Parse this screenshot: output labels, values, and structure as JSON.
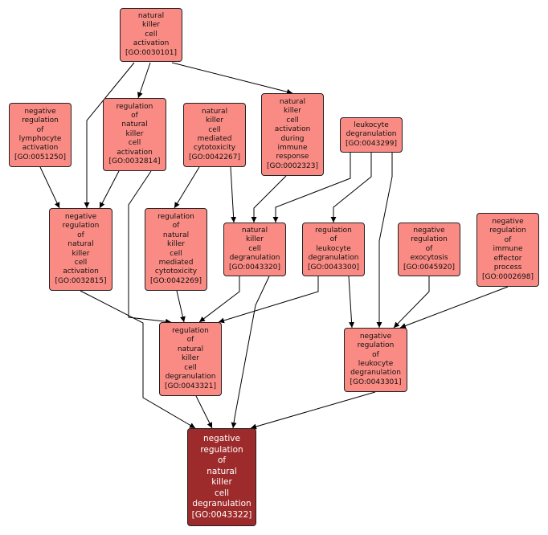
{
  "graph": {
    "nodes": [
      {
        "id": "GO:0030101",
        "lines": [
          "natural",
          "killer",
          "cell",
          "activation",
          "[GO:0030101]"
        ]
      },
      {
        "id": "GO:0051250",
        "lines": [
          "negative",
          "regulation",
          "of",
          "lymphocyte",
          "activation",
          "[GO:0051250]"
        ]
      },
      {
        "id": "GO:0032814",
        "lines": [
          "regulation",
          "of",
          "natural",
          "killer",
          "cell",
          "activation",
          "[GO:0032814]"
        ]
      },
      {
        "id": "GO:0042267",
        "lines": [
          "natural",
          "killer",
          "cell",
          "mediated",
          "cytotoxicity",
          "[GO:0042267]"
        ]
      },
      {
        "id": "GO:0002323",
        "lines": [
          "natural",
          "killer",
          "cell",
          "activation",
          "during",
          "immune",
          "response",
          "[GO:0002323]"
        ]
      },
      {
        "id": "GO:0043299",
        "lines": [
          "leukocyte",
          "degranulation",
          "[GO:0043299]"
        ]
      },
      {
        "id": "GO:0032815",
        "lines": [
          "negative",
          "regulation",
          "of",
          "natural",
          "killer",
          "cell",
          "activation",
          "[GO:0032815]"
        ]
      },
      {
        "id": "GO:0042269",
        "lines": [
          "regulation",
          "of",
          "natural",
          "killer",
          "cell",
          "mediated",
          "cytotoxicity",
          "[GO:0042269]"
        ]
      },
      {
        "id": "GO:0043320",
        "lines": [
          "natural",
          "killer",
          "cell",
          "degranulation",
          "[GO:0043320]"
        ]
      },
      {
        "id": "GO:0043300",
        "lines": [
          "regulation",
          "of",
          "leukocyte",
          "degranulation",
          "[GO:0043300]"
        ]
      },
      {
        "id": "GO:0045920",
        "lines": [
          "negative",
          "regulation",
          "of",
          "exocytosis",
          "[GO:0045920]"
        ]
      },
      {
        "id": "GO:0002698",
        "lines": [
          "negative",
          "regulation",
          "of",
          "immune",
          "effector",
          "process",
          "[GO:0002698]"
        ]
      },
      {
        "id": "GO:0043321",
        "lines": [
          "regulation",
          "of",
          "natural",
          "killer",
          "cell",
          "degranulation",
          "[GO:0043321]"
        ]
      },
      {
        "id": "GO:0043301",
        "lines": [
          "negative",
          "regulation",
          "of",
          "leukocyte",
          "degranulation",
          "[GO:0043301]"
        ]
      },
      {
        "id": "GO:0043322",
        "lines": [
          "negative",
          "regulation",
          "of",
          "natural",
          "killer",
          "cell",
          "degranulation",
          "[GO:0043322]"
        ],
        "highlight": true
      }
    ],
    "edges": [
      [
        "GO:0030101",
        "GO:0032814"
      ],
      [
        "GO:0030101",
        "GO:0032815"
      ],
      [
        "GO:0030101",
        "GO:0002323"
      ],
      [
        "GO:0051250",
        "GO:0032815"
      ],
      [
        "GO:0032814",
        "GO:0032815"
      ],
      [
        "GO:0032814",
        "GO:0043321"
      ],
      [
        "GO:0042267",
        "GO:0042269"
      ],
      [
        "GO:0042267",
        "GO:0043320"
      ],
      [
        "GO:0002323",
        "GO:0043320"
      ],
      [
        "GO:0043299",
        "GO:0043320"
      ],
      [
        "GO:0043299",
        "GO:0043300"
      ],
      [
        "GO:0043299",
        "GO:0043301"
      ],
      [
        "GO:0032815",
        "GO:0043322"
      ],
      [
        "GO:0042269",
        "GO:0043321"
      ],
      [
        "GO:0043320",
        "GO:0043321"
      ],
      [
        "GO:0043320",
        "GO:0043322"
      ],
      [
        "GO:0043300",
        "GO:0043321"
      ],
      [
        "GO:0043300",
        "GO:0043301"
      ],
      [
        "GO:0045920",
        "GO:0043301"
      ],
      [
        "GO:0002698",
        "GO:0043301"
      ],
      [
        "GO:0043321",
        "GO:0043322"
      ],
      [
        "GO:0043301",
        "GO:0043322"
      ]
    ],
    "colors": {
      "node_fill": "#fa8b84",
      "target_fill": "#9e2b2b",
      "border": "#222222",
      "edge": "#000000"
    }
  }
}
